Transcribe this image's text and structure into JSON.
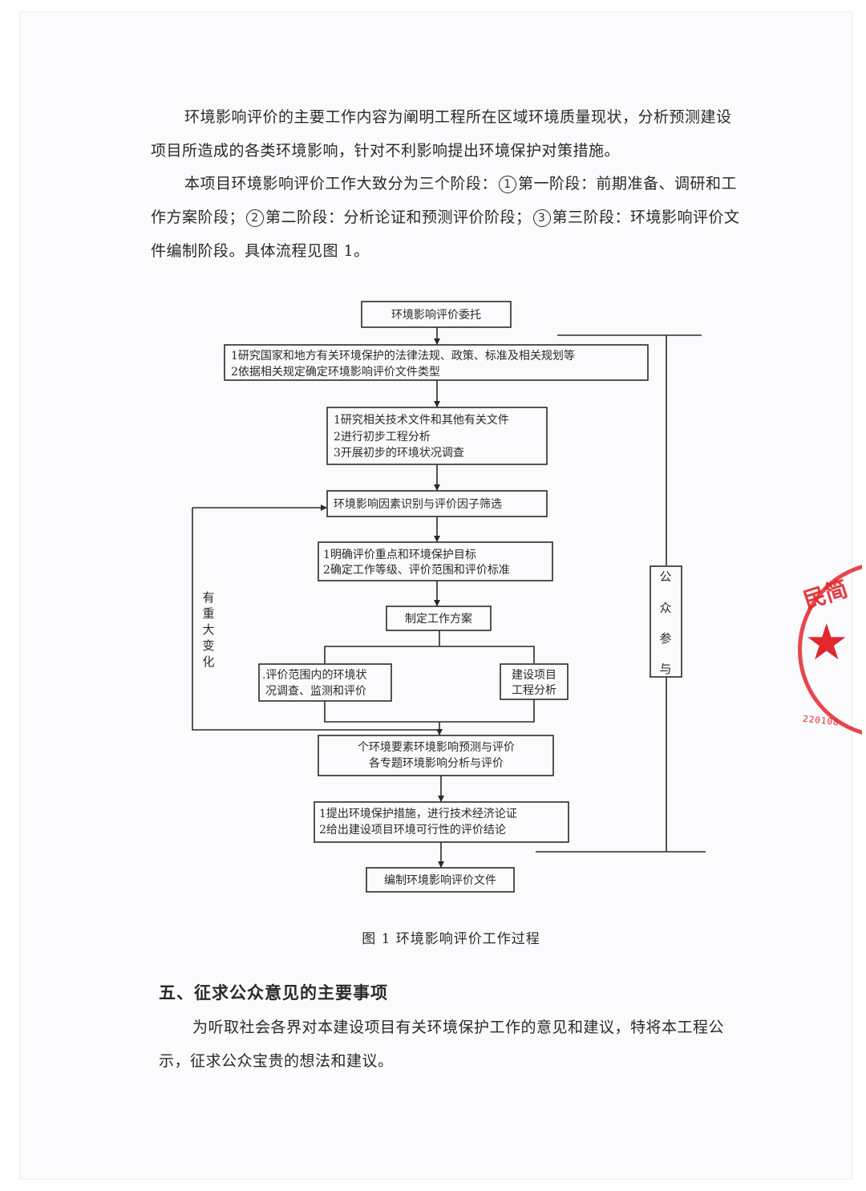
{
  "page": {
    "paragraph1": "环境影响评价的主要工作内容为阐明工程所在区域环境质量现状，分析预测建设项目所造成的各类环境影响，针对不利影响提出环境保护对策措施。",
    "paragraph2": {
      "lead": "本项目环境影响评价工作大致分为三个阶段：",
      "marker1": "1",
      "stage1": "第一阶段：前期准备、调研和工作方案阶段；",
      "marker2": "2",
      "stage2": "第二阶段：分析论证和预测评价阶段；",
      "marker3": "3",
      "stage3": "第三阶段：环境影响评价文件编制阶段。具体流程见图 1。"
    },
    "figure_caption": "图 1  环境影响评价工作过程",
    "section_heading": "五、征求公众意见的主要事项",
    "paragraph3": "为听取社会各界对本建设项目有关环境保护工作的意见和建议，特将本工程公示，征求公众宝贵的想法和建议。"
  },
  "flowchart": {
    "box_entrust": "环境影响评价委托",
    "box_laws": [
      "1研究国家和地方有关环境保护的法律法规、政策、标准及相关规划等",
      "2依据相关规定确定环境影响评价文件类型"
    ],
    "box_prelim": [
      "1研究相关技术文件和其他有关文件",
      "2进行初步工程分析",
      "3开展初步的环境状况调查"
    ],
    "box_factors": "环境影响因素识别与评价因子筛选",
    "box_targets": [
      "1明确评价重点和环境保护目标",
      "2确定工作等级、评价范围和评价标准"
    ],
    "box_plan": "制定工作方案",
    "box_survey": [
      ".评价范围内的环境状",
      "况调查、监测和评价"
    ],
    "box_engineering": [
      "建设项目",
      "工程分析"
    ],
    "box_predict": [
      "个环境要素环境影响预测与评价",
      "各专题环境影响分析与评价"
    ],
    "box_measures": [
      "1提出环境保护措施，进行技术经济论证",
      "2给出建设项目环境可行性的评价结论"
    ],
    "box_compile": "编制环境影响评价文件",
    "loop_label": [
      "有",
      "重",
      "大",
      "变",
      "化"
    ],
    "public_label": [
      "公",
      "众",
      "参",
      "与"
    ]
  },
  "stamp": {
    "text": "民简",
    "star": "★",
    "code": "220108"
  }
}
